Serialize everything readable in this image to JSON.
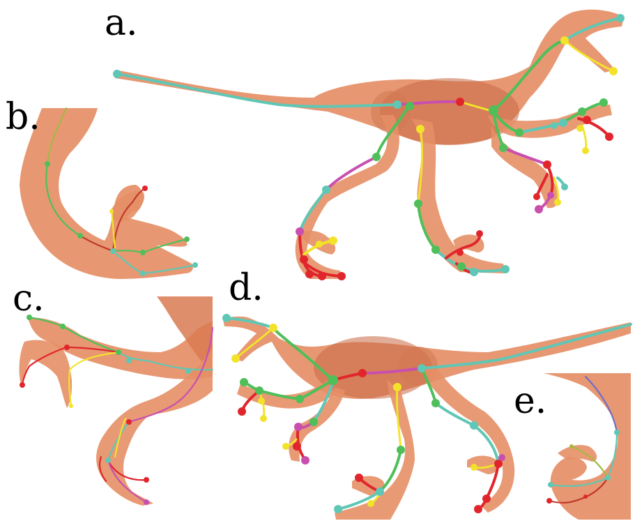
{
  "panels": [
    {
      "label": "a."
    },
    {
      "label": "b."
    },
    {
      "label": "c."
    },
    {
      "label": "d."
    },
    {
      "label": "e."
    }
  ],
  "colors": {
    "body": "#E58F66",
    "body_dark": "#D06A45",
    "body_inner": "#C86A45",
    "teal": "#5FC7B5",
    "green": "#4FBF5A",
    "magenta": "#C94FAE",
    "red": "#E0262C",
    "yellow": "#F2E32A"
  }
}
